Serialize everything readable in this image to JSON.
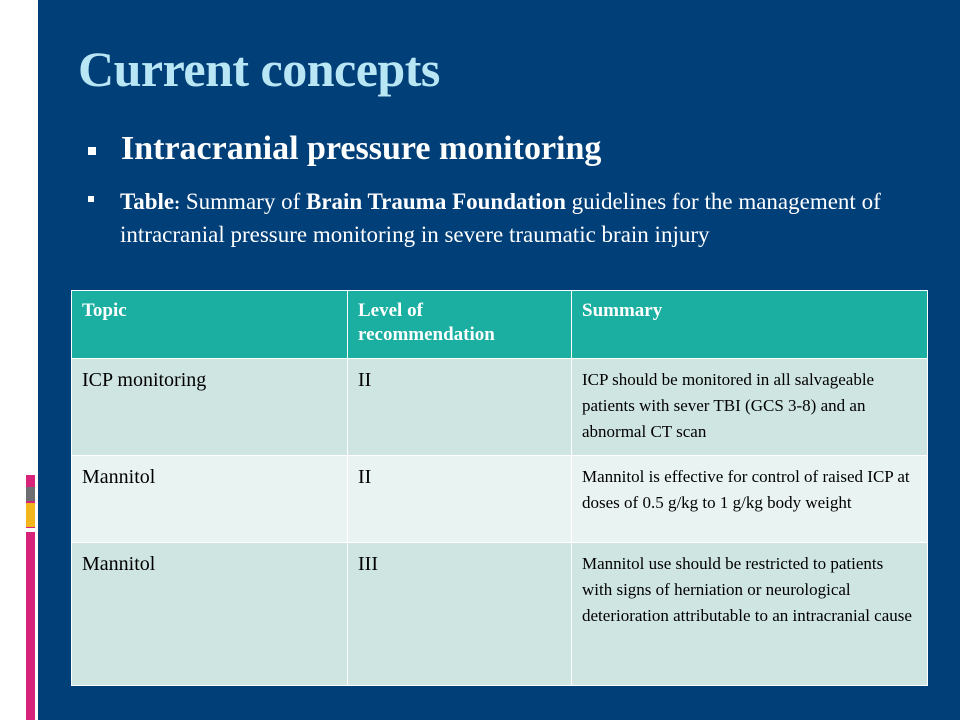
{
  "slide": {
    "title": "Current concepts",
    "bullets": {
      "heading": "Intracranial pressure monitoring",
      "table_label": "Table",
      "colon": ":",
      "caption_part1": " Summary of ",
      "caption_bold": "Brain Trauma  Foundation",
      "caption_part2": " guidelines for the management  of intracranial pressure monitoring in severe traumatic brain injury"
    }
  },
  "table": {
    "headers": [
      "Topic",
      "Level of recommendation",
      "Summary"
    ],
    "rows": [
      {
        "topic": "ICP monitoring",
        "level": "II",
        "summary": "ICP  should be monitored in all salvageable  patients  with sever  TBI (GCS 3-8) and an abnormal  CT scan"
      },
      {
        "topic": "Mannitol",
        "level": "II",
        "summary": "Mannitol is effective for control of raised ICP at doses of 0.5 g/kg to 1 g/kg body weight"
      },
      {
        "topic": "Mannitol",
        "level": "III",
        "summary": "Mannitol use should be restricted to patients with signs of herniation or neurological deterioration attributable to an intracranial  cause"
      }
    ]
  },
  "colors": {
    "slide_background": "#003f78",
    "title": "#b8e6f5",
    "header_fill": "#1aafa0",
    "row_dark": "#cfe5e2",
    "row_light": "#e9f3f2",
    "accent_pink": "#d8237b",
    "accent_yellow": "#f2b51c"
  }
}
